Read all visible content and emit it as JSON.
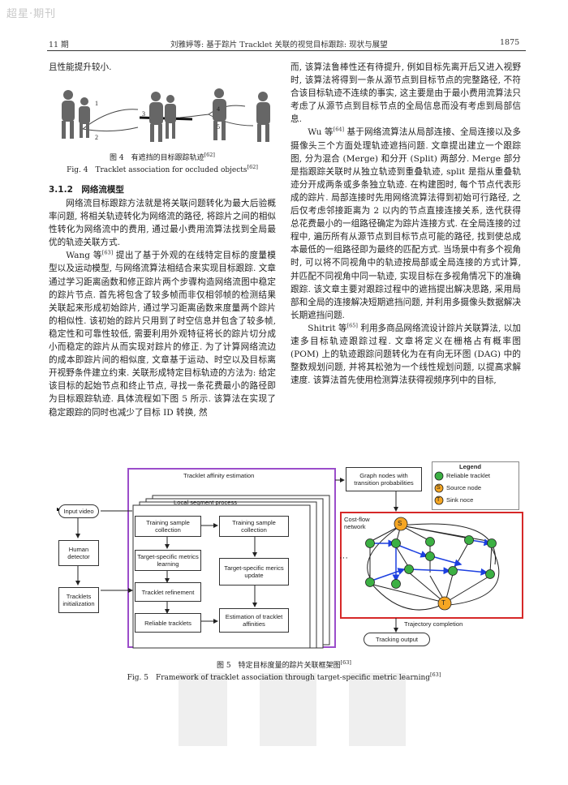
{
  "logo": "超星·期刊",
  "header": {
    "issue": "11 期",
    "running_title": "刘雅婷等: 基于踪片 Tracklet 关联的视觉目标跟踪: 现状与展望",
    "page_number": "1875"
  },
  "left": {
    "intro_line": "且性能提升较小.",
    "fig4": {
      "labels": [
        "1",
        "2",
        "3",
        "4",
        "5"
      ],
      "caption_cn": "图 4　有遮挡的目标跟踪轨迹",
      "caption_cn_ref": "[62]",
      "caption_en": "Fig. 4　Tracklet association for occluded objects",
      "caption_en_ref": "[62]"
    },
    "section_heading": "3.1.2　网络流模型",
    "para1": "网络流目标跟踪方法就是将关联问题转化为最大后验概率问题, 将相关轨迹转化为网络流的路径, 将踪片之间的相似性转化为网络流中的费用, 通过最小费用流算法找到全局最优的轨迹关联方式.",
    "para2_name": "Wang 等",
    "para2_ref": "[63]",
    "para2": " 提出了基于外观的在线特定目标的度量模型以及运动模型, 与网络流算法相结合来实现目标跟踪. 文章通过学习距离函数和修正踪片两个步骤构造网络流图中稳定的踪片节点. 首先将包含了较多帧而非仅相邻帧的检测结果关联起来形成初始踪片, 通过学习距离函数来度量两个踪片的相似性. 该初始的踪片只用到了时空信息并包含了较多帧, 稳定性和可靠性较低, 需要利用外观特征将长的踪片切分成小而稳定的踪片从而实现对踪片的修正. 为了计算网络流边的成本即踪片间的相似度, 文章基于运动、时空以及目标离开视野条件建立约束. 关联形成特定目标轨迹的方法为: 给定该目标的起始节点和终止节点, 寻找一条花费最小的路径即为目标跟踪轨迹. 具体流程如下图 5 所示. 该算法在实现了稳定跟踪的同时也减少了目标 ID 转换, 然"
  },
  "right": {
    "para1": "而, 该算法鲁棒性还有待提升, 例如目标先离开后又进入视野时, 该算法将得到一条从源节点到目标节点的完整路径, 不符合该目标轨迹不连续的事实, 这主要是由于最小费用流算法只考虑了从源节点到目标节点的全局信息而没有考虑到局部信息.",
    "para2_name": "Wu 等",
    "para2_ref": "[64]",
    "para2": " 基于网络流算法从局部连接、全局连接以及多摄像头三个方面处理轨迹遮挡问题. 文章提出建立一个跟踪图, 分为混合 (Merge) 和分开 (Split) 两部分. Merge 部分是指跟踪关联时从独立轨迹到重叠轨迹, split 是指从重叠轨迹分开成两条或多条独立轨迹. 在构建图时, 每个节点代表形成的踪片. 局部连接时先用网络流算法得到初始可行路径, 之后仅考虑邻接距离为 2 以内的节点直接连接关系, 迭代获得总花费最小的一组路径确定为踪片连接方式. 在全局连接的过程中, 遍历所有从源节点到目标节点可能的路径, 找到使总成本最低的一组路径即为最终的匹配方式. 当场景中有多个视角时, 可以将不同视角中的轨迹按局部或全局连接的方式计算, 并匹配不同视角中同一轨迹, 实现目标在多视角情况下的准确跟踪. 该文章主要对跟踪过程中的遮挡提出解决思路, 采用局部和全局的连接解决短期遮挡问题, 并利用多摄像头数据解决长期遮挡问题.",
    "para3_name": "Shitrit 等",
    "para3_ref": "[65]",
    "para3": " 利用多商品网络流设计踪片关联算法, 以加速多目标轨迹跟踪过程. 文章将定义在栅格占有概率图 (POM) 上的轨迹跟踪问题转化为在有向无环图 (DAG) 中的整数规划问题, 并将其松弛为一个线性规划问题, 以提高求解速度. 该算法首先使用检测算法获得视频序列中的目标,"
  },
  "fig5": {
    "input_video": "Input video",
    "human_detector": "Human detector",
    "tracklets_init": "Tracklets initialization",
    "tracklet_affinity": "Tracklet affinity estimation",
    "local_segment": "Local segment process",
    "training_sample_1": "Training sample collection",
    "target_metrics_learning": "Target-specific metrics learning",
    "tracklet_refinement": "Tracklet refinement",
    "reliable_tracklets": "Reliable tracklets",
    "training_sample_2": "Training sample collection",
    "target_metrics_update": "Target-specific merics update",
    "estimation_affinities": "Estimation of tracklet affinities",
    "graph_nodes": "Graph nodes with transition probabilities",
    "cost_flow": "Cost-flow network",
    "trajectory_completion": "Trajectory completion",
    "tracking_output": "Tracking output",
    "ellipsis": "···",
    "legend_title": "Legend",
    "legend_reliable": "Reliable tracklet",
    "legend_source": "Source node",
    "legend_sink": "Sink noce",
    "node_s": "S",
    "node_t": "T",
    "caption_cn": "图 5　特定目标度量的踪片关联框架图",
    "caption_cn_ref": "[63]",
    "caption_en": "Fig. 5　Framework of tracklet association through target-specific metric learning",
    "caption_en_ref": "[63]",
    "colors": {
      "green": "#3cb043",
      "orange": "#f5a623",
      "purple": "#9b4dca",
      "red": "#d62828",
      "blue": "#1c3fe0"
    }
  }
}
